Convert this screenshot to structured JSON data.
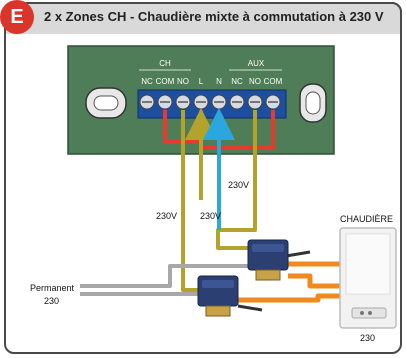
{
  "header": {
    "badge": "E",
    "title": "2 x Zones CH - Chaudière mixte à commutation à 230 V"
  },
  "terminal_block": {
    "group_ch": "CH",
    "group_aux": "AUX",
    "terminals": [
      "NC",
      "COM",
      "NO",
      "L",
      "N",
      "NC",
      "NO",
      "COM"
    ]
  },
  "labels": {
    "v230_right": "230V",
    "v230_left": "230V",
    "v230_mid": "230V",
    "permanent": "Permanent",
    "permanent_v": "230",
    "boiler": "CHAUDIÈRE",
    "boiler_v": "230"
  },
  "colors": {
    "pcb_green": "#4f7d57",
    "terminal_blue": "#1c4fa0",
    "wire_red": "#e33b2d",
    "wire_olive": "#b3a32c",
    "wire_cyan": "#2ba7e0",
    "wire_grey": "#a8a8a8",
    "pipe_orange": "#f08a1c",
    "badge_red": "#d9352a"
  }
}
